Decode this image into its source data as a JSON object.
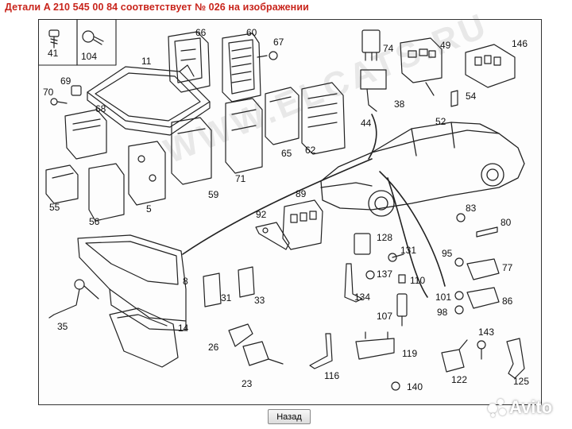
{
  "page": {
    "title": "Детали A 210 545 00 84 соответствует № 026 на изображении",
    "back_button": "Назад",
    "watermark": "WWW.ELCATS.RU",
    "avito_logo": "Avito"
  },
  "diagram": {
    "part_labels": [
      "41",
      "104",
      "66",
      "60",
      "67",
      "11",
      "74",
      "49",
      "146",
      "69",
      "70",
      "68",
      "54",
      "38",
      "44",
      "52",
      "65",
      "62",
      "55",
      "56",
      "59",
      "71",
      "5",
      "89",
      "92",
      "83",
      "80",
      "128",
      "131",
      "95",
      "77",
      "137",
      "110",
      "8",
      "134",
      "101",
      "98",
      "86",
      "31",
      "33",
      "107",
      "35",
      "14",
      "143",
      "26",
      "119",
      "122",
      "116",
      "23",
      "140",
      "125"
    ]
  }
}
